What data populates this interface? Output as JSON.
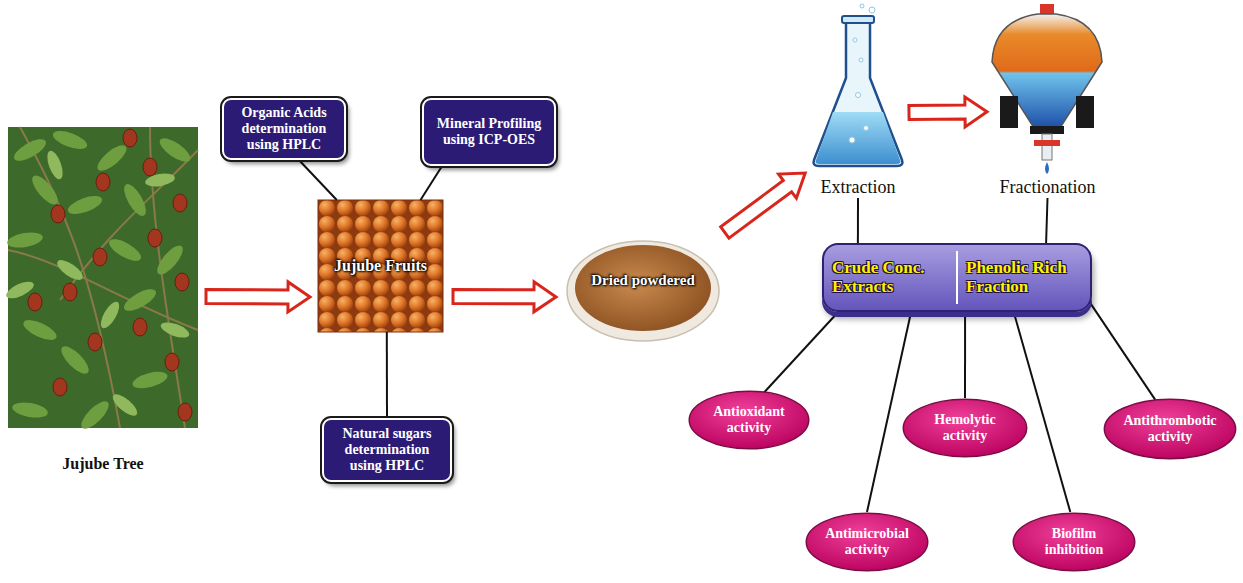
{
  "diagram": {
    "nodes": [
      {
        "text": [
          "Jujube Tree"
        ]
      },
      {
        "text": [
          "Organic Acids determination using HPLC"
        ]
      },
      {
        "text": [
          "Mineral Profiling using ICP-OES"
        ]
      },
      {
        "text": [
          "Jujube Fruits"
        ]
      },
      {
        "text": [
          "Natural sugars determination using HPLC"
        ]
      },
      {
        "text": [
          "Dried powdered"
        ]
      },
      {
        "text": [
          "Extraction"
        ]
      },
      {
        "text": [
          "Fractionation"
        ]
      },
      {
        "text": [
          "Crude Conc. Extracts",
          "Phenolic Rich Fraction"
        ]
      },
      {
        "text": [
          "Antioxidant activity"
        ]
      },
      {
        "text": [
          "Antimicrobial activity"
        ]
      },
      {
        "text": [
          "Hemolytic activity"
        ]
      },
      {
        "text": [
          "Biofilm inhibition"
        ]
      },
      {
        "text": [
          "Antithrombotic activity"
        ]
      }
    ],
    "edges": [
      {
        "from": 0,
        "to": 3,
        "arrow": "to"
      },
      {
        "from": 1,
        "to": 3,
        "arrow": "none"
      },
      {
        "from": 2,
        "to": 3,
        "arrow": "none"
      },
      {
        "from": 3,
        "to": 4,
        "arrow": "none"
      },
      {
        "from": 3,
        "to": 5,
        "arrow": "to"
      },
      {
        "from": 5,
        "to": 6,
        "arrow": "to"
      },
      {
        "from": 6,
        "to": 7,
        "arrow": "to"
      },
      {
        "from": 6,
        "to": 8,
        "arrow": "none"
      },
      {
        "from": 7,
        "to": 8,
        "arrow": "none"
      },
      {
        "from": 8,
        "to": 9,
        "arrow": "none"
      },
      {
        "from": 8,
        "to": 10,
        "arrow": "none"
      },
      {
        "from": 8,
        "to": 11,
        "arrow": "none"
      },
      {
        "from": 8,
        "to": 12,
        "arrow": "none"
      },
      {
        "from": 8,
        "to": 13,
        "arrow": "none"
      }
    ]
  }
}
